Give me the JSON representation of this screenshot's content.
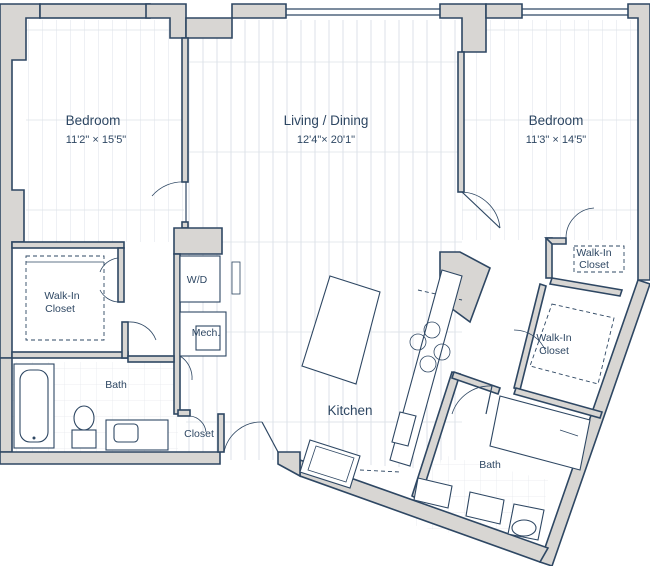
{
  "rooms": {
    "bedroom_left": {
      "name": "Bedroom",
      "dims": "11'2\" × 15'5\""
    },
    "living": {
      "name": "Living / Dining",
      "dims": "12'4\"× 20'1\""
    },
    "bedroom_right": {
      "name": "Bedroom",
      "dims": "11'3\" × 14'5\""
    },
    "walkin_left": {
      "line1": "Walk-In",
      "line2": "Closet"
    },
    "walkin_right_top": {
      "line1": "Walk-In",
      "line2": "Closet"
    },
    "walkin_right_mid": {
      "line1": "Walk-In",
      "line2": "Closet"
    },
    "wd": "W/D",
    "mech": "Mech.",
    "bath_left": "Bath",
    "closet": "Closet",
    "kitchen": "Kitchen",
    "bath_right": "Bath"
  },
  "colors": {
    "line": "#2e4763",
    "wall_fill": "#d8d6d3",
    "floor_line": "#dde2e8"
  }
}
